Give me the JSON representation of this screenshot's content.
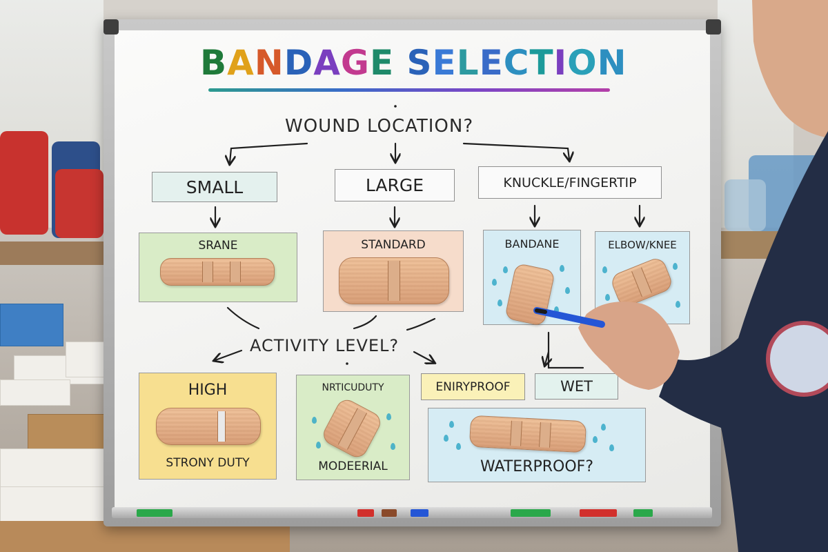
{
  "title": {
    "letters": [
      {
        "ch": "B",
        "color": "#1f7a3a"
      },
      {
        "ch": "A",
        "color": "#e0a11a"
      },
      {
        "ch": "N",
        "color": "#d6592a"
      },
      {
        "ch": "D",
        "color": "#2a62b8"
      },
      {
        "ch": "A",
        "color": "#7a3fbf"
      },
      {
        "ch": "G",
        "color": "#c23a8f"
      },
      {
        "ch": "E",
        "color": "#1f8a6a"
      },
      {
        "ch": " ",
        "color": "#000"
      },
      {
        "ch": "S",
        "color": "#2a62b8"
      },
      {
        "ch": "E",
        "color": "#3a7ad6"
      },
      {
        "ch": "L",
        "color": "#2d9aa0"
      },
      {
        "ch": "E",
        "color": "#3a6cc8"
      },
      {
        "ch": "C",
        "color": "#2d8fc0"
      },
      {
        "ch": "T",
        "color": "#1c9a9a"
      },
      {
        "ch": "I",
        "color": "#7a3fbf"
      },
      {
        "ch": "O",
        "color": "#2aa0b8"
      },
      {
        "ch": "N",
        "color": "#2d8fc0"
      }
    ]
  },
  "questions": {
    "location": "WOUND LOCATION?",
    "activity": "ACTIVITY LEVEL?"
  },
  "locations": {
    "small": "SMALL",
    "large": "LARGE",
    "knuckle": "KNUCKLE/FINGERTIP"
  },
  "bandage_types": {
    "srand": "SRANE",
    "standard": "STANDARD",
    "bandane": "BANDANE",
    "elbow_knee": "ELBOW/KNEE"
  },
  "activity_options": {
    "high": "HIGH",
    "high_sub": "STRONY DUTY",
    "medium": "NRTICUDUTY",
    "medium_sub": "MODEERIAL",
    "enirproof": "ENIRYPROOF",
    "wet": "WET",
    "waterproof": "WATERPROOF?"
  },
  "colors": {
    "green_card": "#d9ecc7",
    "peach_card": "#f6dccb",
    "blue_card": "#d6ecf4",
    "yellow_card": "#f7df90",
    "teal_tag": "#e4f1ee",
    "yellow_tag": "#faf1b8",
    "mint_tag": "#e3f2ee",
    "marker_blue": "#2456d6",
    "uniform": "#232d45"
  }
}
